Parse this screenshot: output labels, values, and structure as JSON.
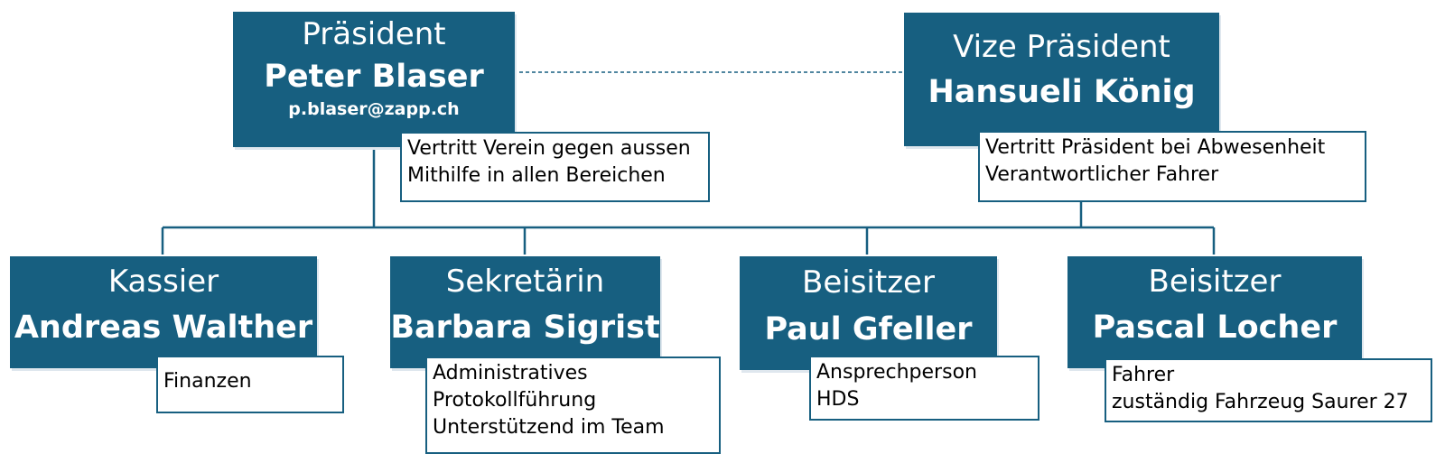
{
  "colors": {
    "box": "#175f80",
    "text_on_box": "#ffffff",
    "connector": "#175f80"
  },
  "top": [
    {
      "role": "Präsident",
      "name": "Peter Blaser",
      "email": "p.blaser@zapp.ch",
      "duties": [
        "Vertritt Verein gegen aussen",
        "Mithilfe in allen Bereichen"
      ]
    },
    {
      "role": "Vize Präsident",
      "name": "Hansueli König",
      "duties": [
        "Vertritt Präsident bei Abwesenheit",
        "Verantwortlicher Fahrer"
      ]
    }
  ],
  "members": [
    {
      "role": "Kassier",
      "name": "Andreas Walther",
      "duties": [
        "Finanzen"
      ]
    },
    {
      "role": "Sekretärin",
      "name": "Barbara Sigrist",
      "duties": [
        "Administratives",
        "Protokollführung",
        "Unterstützend im Team"
      ]
    },
    {
      "role": "Beisitzer",
      "name": "Paul Gfeller",
      "duties": [
        "Ansprechperson",
        "HDS"
      ]
    },
    {
      "role": "Beisitzer",
      "name": "Pascal Locher",
      "duties": [
        "Fahrer",
        "zuständig Fahrzeug Saurer 27"
      ]
    }
  ]
}
